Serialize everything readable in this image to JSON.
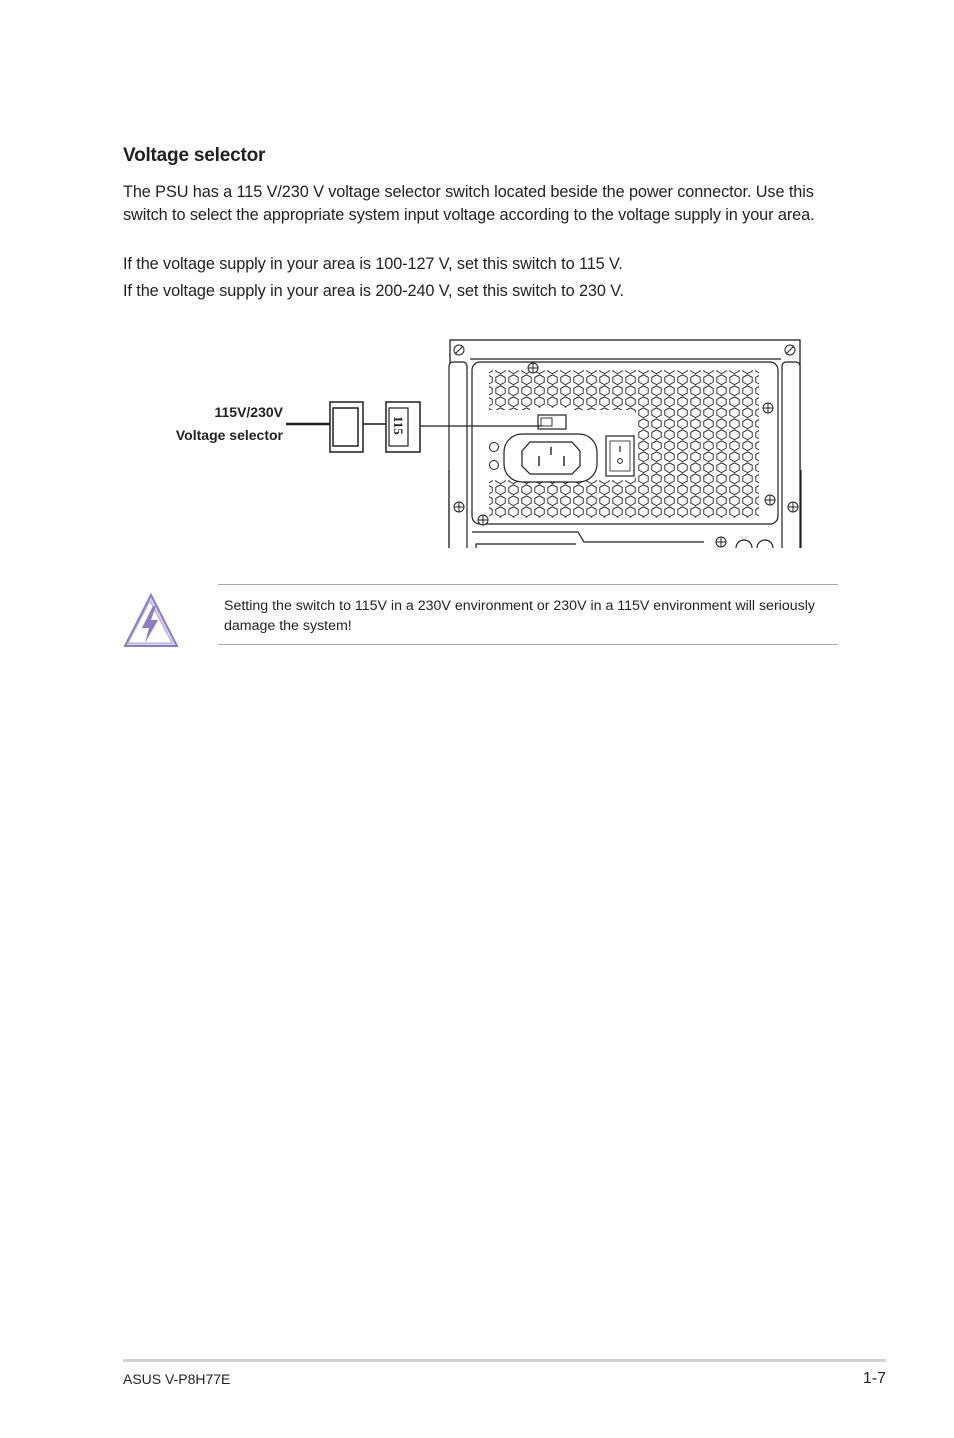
{
  "section": {
    "heading": "Voltage selector",
    "paragraphs": [
      "The PSU has a 115 V/230 V voltage selector switch located beside the power connector. Use this switch to select the appropriate system input voltage according to the voltage supply in your area.",
      "If the voltage supply in your area is 100-127 V, set this switch to 115 V.",
      "If the voltage supply in your area is 200-240 V, set this switch to 230 V."
    ]
  },
  "figure": {
    "callout_line1": "115V/230V",
    "callout_line2": "Voltage selector",
    "switch_text": "115",
    "icons": [
      "psu-rear-panel",
      "ac-power-inlet",
      "power-rocker-switch",
      "screw-icon"
    ]
  },
  "note": {
    "icon": "warning-lightning-icon",
    "text": "Setting the switch to 115V in a 230V environment or 230V in a 115V environment will seriously damage the system!",
    "icon_color": "#8e7cc3"
  },
  "footer": {
    "left": "ASUS V-P8H77E",
    "right": "1-7"
  }
}
